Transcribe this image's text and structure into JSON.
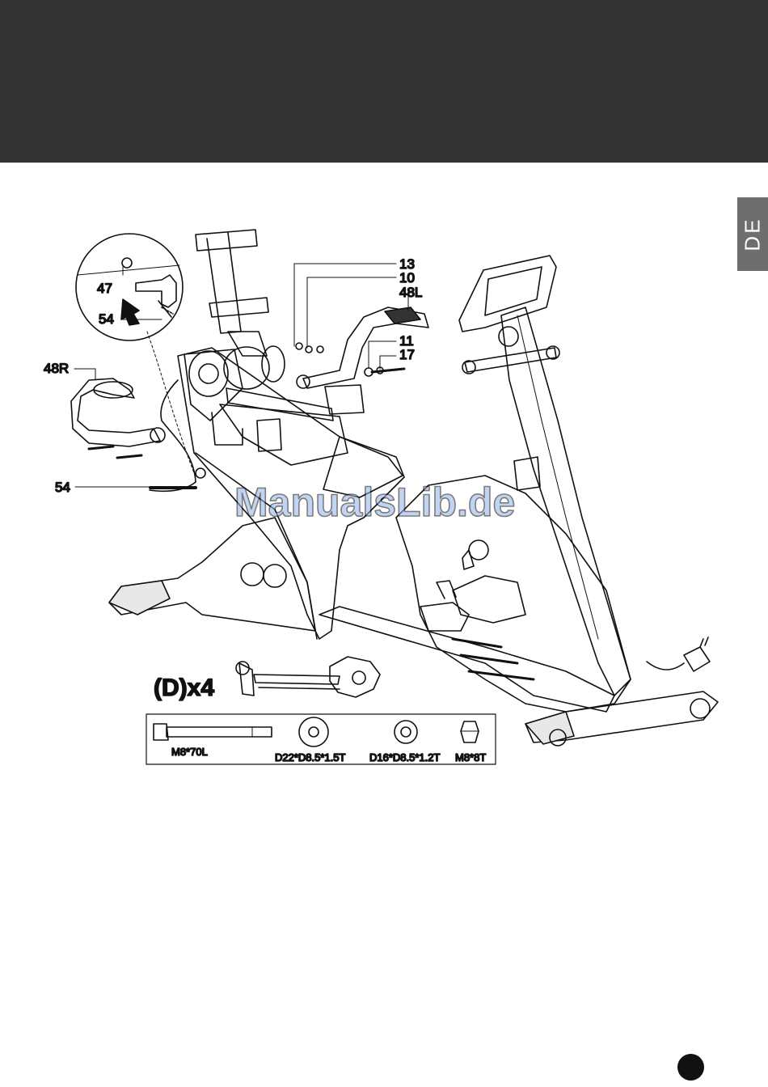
{
  "header": {
    "lang_tab": "DE"
  },
  "callouts": {
    "c47": "47",
    "c54_detail": "54",
    "c13": "13",
    "c10": "10",
    "c48L": "48L",
    "c11": "11",
    "c17": "17",
    "c48R": "48R",
    "c54": "54"
  },
  "hardware": {
    "quantity_label": "(D)x4",
    "items": [
      {
        "label": "M8*70L"
      },
      {
        "label": "D22*D8.5*1.5T"
      },
      {
        "label": "D16*D8.5*1.2T"
      },
      {
        "label": "M8*8T"
      }
    ]
  },
  "watermark": "ManualsLib.de",
  "colors": {
    "header": "#333333",
    "tab": "#6e6e6e",
    "watermark": "#8fb2ec"
  }
}
